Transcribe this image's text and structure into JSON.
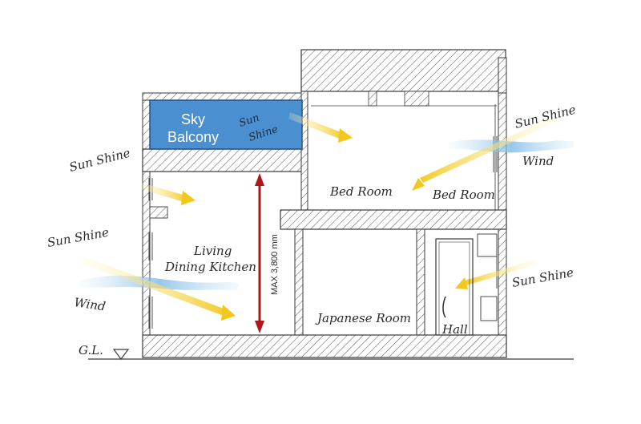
{
  "colors": {
    "balcony_fill": "#4a8fd0",
    "balcony_stroke": "#2b4f80",
    "dimension_arrow": "#b0141c",
    "sun_ray": "#f2d43c",
    "wind_stream": "#8fc2e8",
    "wall_line": "#3a3a3a"
  },
  "labels": {
    "balcony_line1": "Sky",
    "balcony_line2": "Balcony",
    "balcony_sun_line1": "Sun",
    "balcony_sun_line2": "Shine",
    "bedroom_left": "Bed Room",
    "bedroom_right": "Bed Room",
    "living_line1": "Living",
    "living_line2": "Dining Kitchen",
    "japanese_room": "Japanese Room",
    "hall": "Hall",
    "dimension": "MAX 3,800 mm",
    "ground_level": "G.L.",
    "sun_left_upper": "Sun Shine",
    "sun_left_lower": "Sun Shine",
    "wind_left": "Wind",
    "sun_right_upper": "Sun Shine",
    "wind_right": "Wind",
    "sun_right_lower": "Sun Shine"
  }
}
